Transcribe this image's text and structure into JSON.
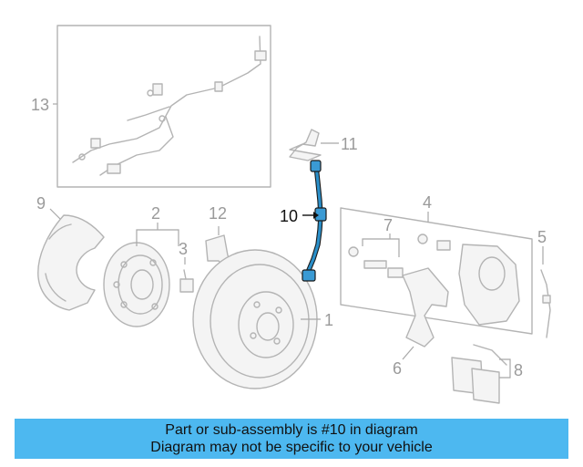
{
  "labels": {
    "p1": "1",
    "p2": "2",
    "p3": "3",
    "p4": "4",
    "p5": "5",
    "p6": "6",
    "p7": "7",
    "p8": "8",
    "p9": "9",
    "p10": "10",
    "p11": "11",
    "p12": "12",
    "p13": "13"
  },
  "highlight_part": "10",
  "banner": {
    "line1": "Part or sub-assembly is #10 in diagram",
    "line2": "Diagram may not be specific to your vehicle"
  },
  "colors": {
    "highlight": "#2a8fc9",
    "banner_bg": "#4db8f0",
    "parts_gray": "#b4b4b4"
  }
}
